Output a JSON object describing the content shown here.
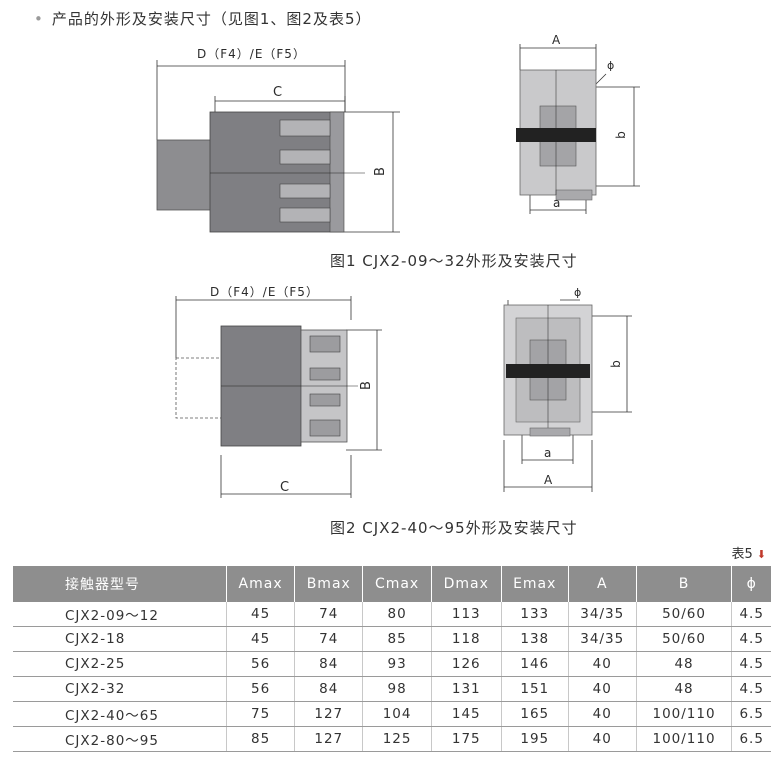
{
  "heading": {
    "bullet": "•",
    "text": "产品的外形及安装尺寸（见图1、图2及表5）"
  },
  "figure1": {
    "caption": "图1 CJX2-09～32外形及安装尺寸",
    "labels": {
      "de": "D（F4）/E（F5）",
      "c": "C",
      "b": "B",
      "a_cap": "A",
      "phi": "ϕ",
      "b_small": "b",
      "a_small": "a"
    }
  },
  "figure2": {
    "caption": "图2 CJX2-40～95外形及安装尺寸",
    "labels": {
      "de": "D（F4）/E（F5）",
      "c": "C",
      "b": "B",
      "a_cap": "A",
      "phi": "ϕ",
      "b_small": "b",
      "a_small": "a"
    }
  },
  "table": {
    "tag": "表5",
    "headers": [
      "接触器型号",
      "Amax",
      "Bmax",
      "Cmax",
      "Dmax",
      "Emax",
      "A",
      "B",
      "ϕ"
    ],
    "rows": [
      [
        "CJX2-09～12",
        "45",
        "74",
        "80",
        "113",
        "133",
        "34/35",
        "50/60",
        "4.5"
      ],
      [
        "CJX2-18",
        "45",
        "74",
        "85",
        "118",
        "138",
        "34/35",
        "50/60",
        "4.5"
      ],
      [
        "CJX2-25",
        "56",
        "84",
        "93",
        "126",
        "146",
        "40",
        "48",
        "4.5"
      ],
      [
        "CJX2-32",
        "56",
        "84",
        "98",
        "131",
        "151",
        "40",
        "48",
        "4.5"
      ],
      [
        "CJX2-40～65",
        "75",
        "127",
        "104",
        "145",
        "165",
        "40",
        "100/110",
        "6.5"
      ],
      [
        "CJX2-80～95",
        "85",
        "127",
        "125",
        "175",
        "195",
        "40",
        "100/110",
        "6.5"
      ]
    ]
  }
}
